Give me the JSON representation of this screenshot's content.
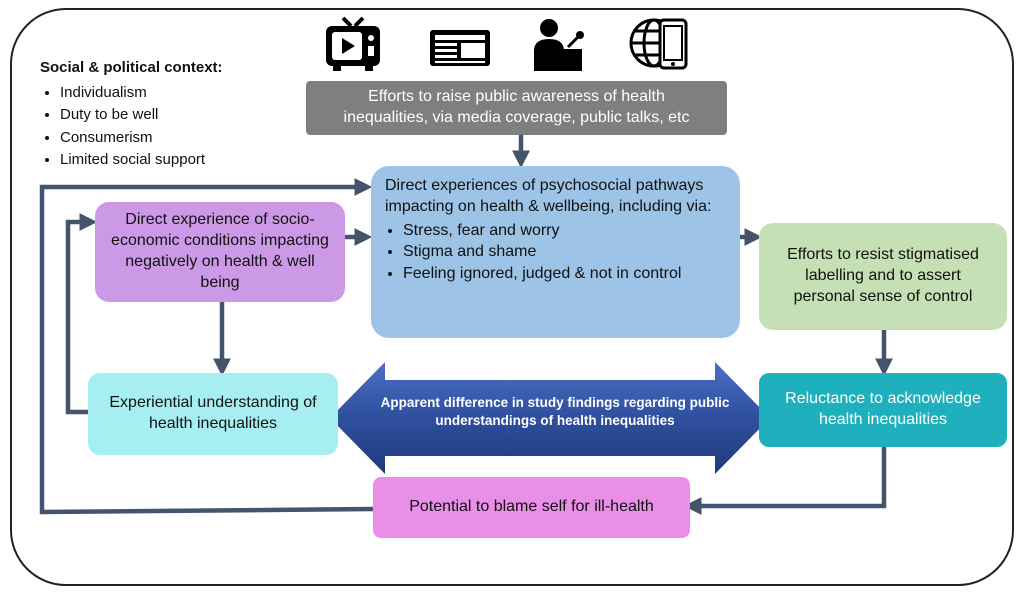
{
  "context": {
    "title": "Social & political context:",
    "items": [
      "Individualism",
      "Duty to be well",
      "Consumerism",
      "Limited social support"
    ]
  },
  "icons": [
    "tv-icon",
    "newspaper-icon",
    "speaker-icon",
    "globe-phone-icon"
  ],
  "boxes": {
    "awareness": "Efforts to raise public awareness of health inequalities, via media coverage, public talks, etc",
    "socio": "Direct experience of socio-economic conditions impacting negatively on health & well being",
    "psycho_intro": "Direct experiences of psychosocial pathways impacting on health & wellbeing, including via:",
    "psycho_items": [
      "Stress, fear and worry",
      "Stigma and shame",
      "Feeling ignored, judged & not in control"
    ],
    "resist": "Efforts to resist stigmatised labelling and to assert personal sense of control",
    "experiential": "Experiential understanding of health inequalities",
    "reluctance": "Reluctance to acknowledge health inequalities",
    "blame": "Potential to blame self for ill-health"
  },
  "arrow_label": "Apparent difference in study findings regarding public understandings of health inequalities",
  "colors": {
    "awareness": "#7f7f7f",
    "socio": "#cc99e6",
    "psycho": "#9dc3e6",
    "resist": "#c5e0b4",
    "experiential": "#a6eef2",
    "reluctance": "#1fb0bd",
    "blame": "#ea8fe8",
    "connector": "#44546a",
    "double_arrow": "#2f4f9e"
  }
}
